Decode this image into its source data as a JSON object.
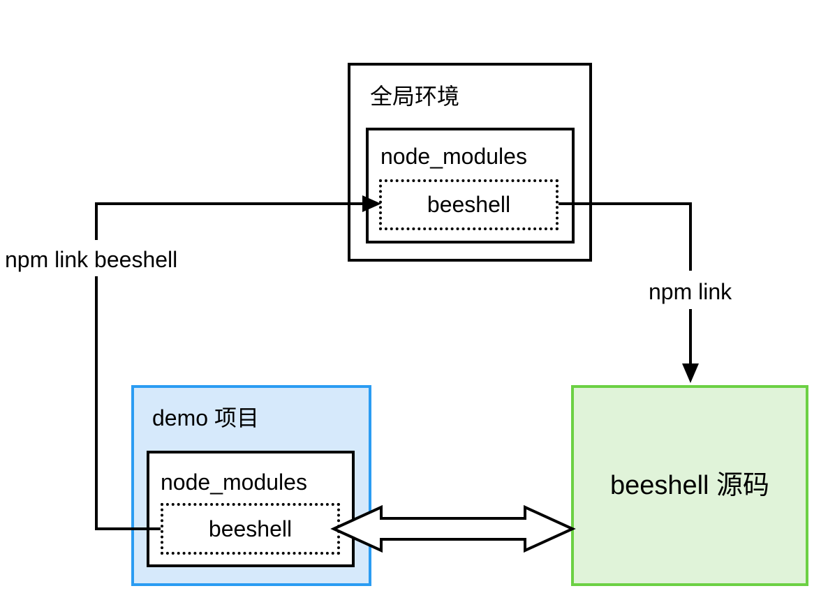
{
  "diagram": {
    "global_env": {
      "title": "全局环境",
      "node_modules_label": "node_modules",
      "package_label": "beeshell"
    },
    "demo_project": {
      "title": "demo 项目",
      "node_modules_label": "node_modules",
      "package_label": "beeshell"
    },
    "source": {
      "title": "beeshell 源码"
    },
    "edges": {
      "demo_to_global_label": "npm link beeshell",
      "global_to_source_label": "npm link"
    },
    "colors": {
      "background": "#ffffff",
      "line": "#000000",
      "box_border": "#000000",
      "demo_border": "#2b9cf2",
      "demo_fill": "#d6e9fb",
      "source_border": "#6cd044",
      "source_fill": "#e0f3d9",
      "double_arrow_fill": "#ffffff"
    }
  }
}
